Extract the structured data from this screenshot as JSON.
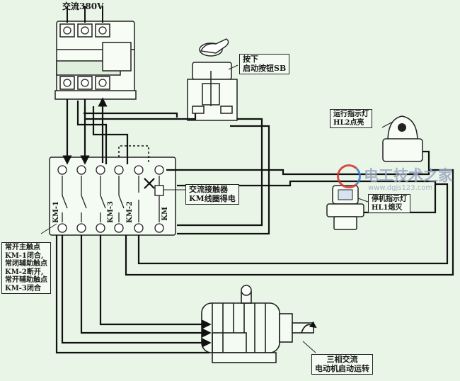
{
  "diagram": {
    "supply_label": "交流380V",
    "button_label_line1": "按下",
    "button_label_line2": "启动按钮SB",
    "run_lamp_line1": "运行指示灯",
    "run_lamp_line2": "HL2点亮",
    "stop_lamp_line1": "停机指示灯",
    "stop_lamp_line2": "HL1熄灭",
    "contactor_line1": "交流接触器",
    "contactor_line2": "KM线圈得电",
    "contacts_note": [
      "常开主触点",
      "KM-1闭合,",
      "常闭辅助触点",
      "KM-2断开,",
      "常开辅助触点",
      "KM-3闭合"
    ],
    "motor_line1": "三相交流",
    "motor_line2": "电动机启动运转",
    "terminal_labels": {
      "km1": "KM-1",
      "km3": "KM-3",
      "km2": "KM-2",
      "km": "KM"
    },
    "watermark_brand": "电工技术之家",
    "watermark_url": "www.dgjs123.com"
  }
}
